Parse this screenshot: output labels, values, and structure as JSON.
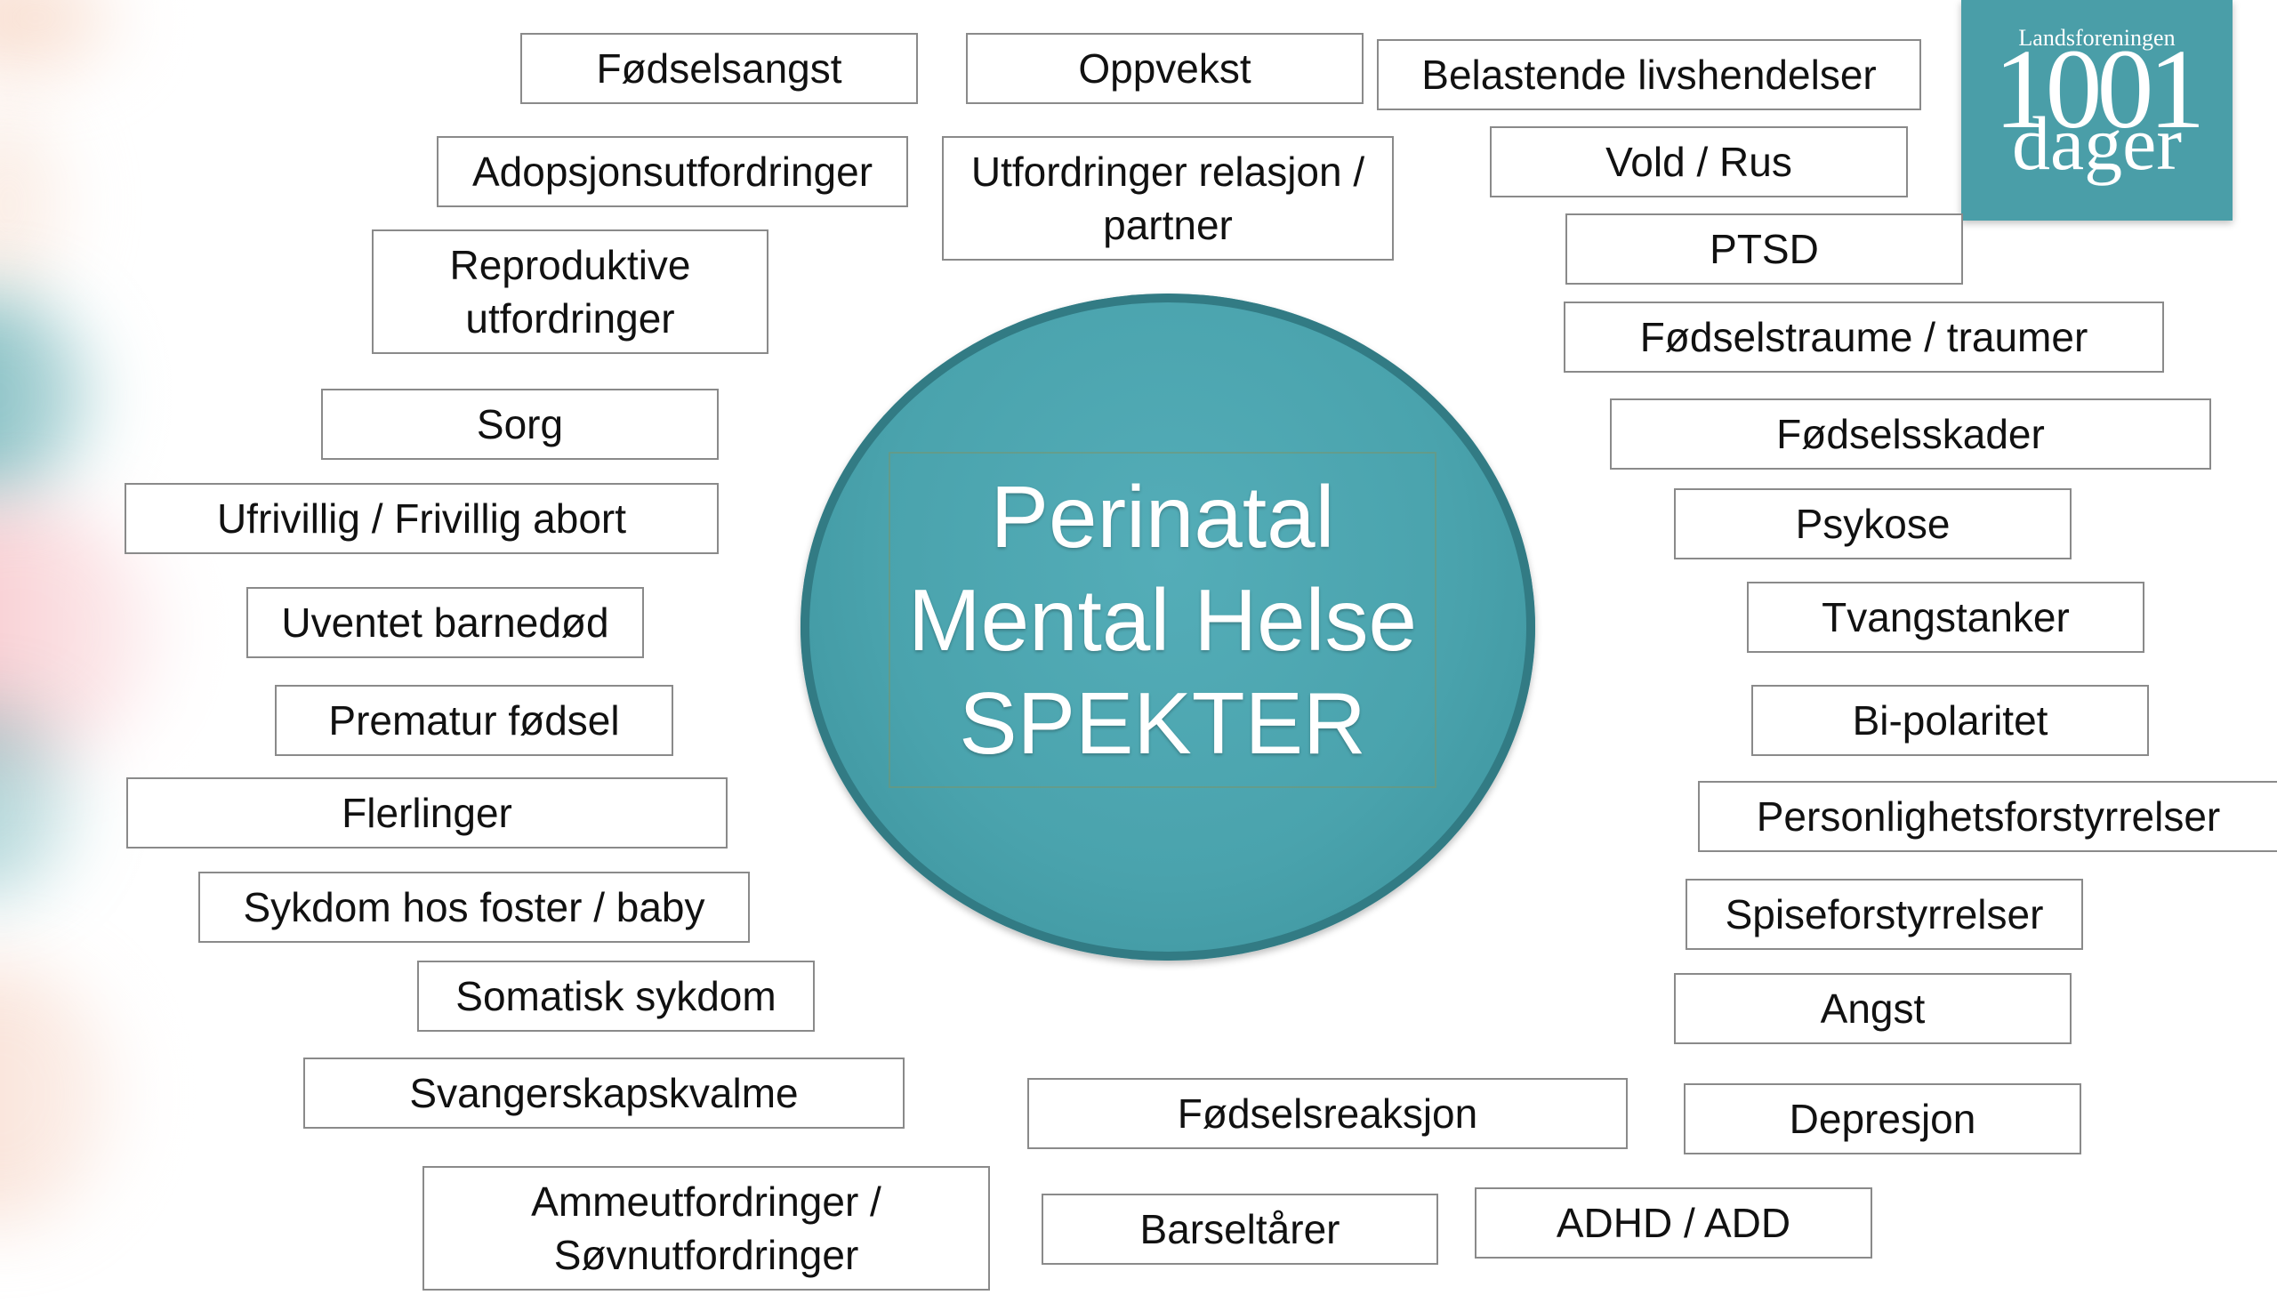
{
  "center": {
    "line1": "Perinatal",
    "line2": "Mental Helse",
    "line3": "SPEKTER"
  },
  "logo": {
    "org": "Landsforeningen",
    "number": "1001",
    "word": "dager"
  },
  "colors": {
    "circle": "#4aa3ad",
    "logo": "#4a9ea8",
    "box_border": "#8a8a8a"
  },
  "labels": {
    "fodselsangst": "Fødselsangst",
    "oppvekst": "Oppvekst",
    "belastende": "Belastende livshendelser",
    "adopsjon": "Adopsjonsutfordringer",
    "relasjon": "Utfordringer relasjon / partner",
    "vold_rus": "Vold / Rus",
    "ptsd": "PTSD",
    "reproduktive": "Reproduktive utfordringer",
    "fodselstraume": "Fødselstraume / traumer",
    "sorg": "Sorg",
    "fodselsskader": "Fødselsskader",
    "abort": "Ufrivillig / Frivillig abort",
    "psykose": "Psykose",
    "barnedod": "Uventet barnedød",
    "tvangstanker": "Tvangstanker",
    "prematur": "Prematur fødsel",
    "bipolaritet": "Bi-polaritet",
    "flerlinger": "Flerlinger",
    "personlighet": "Personlighetsforstyrrelser",
    "sykdom_foster": "Sykdom hos foster / baby",
    "spise": "Spiseforstyrrelser",
    "somatisk": "Somatisk sykdom",
    "angst": "Angst",
    "svangerskap": "Svangerskapskvalme",
    "fodselsreaksjon": "Fødselsreaksjon",
    "depresjon": "Depresjon",
    "amme": "Ammeutfordringer / Søvnutfordringer",
    "barseltarer": "Barseltårer",
    "adhd": "ADHD / ADD"
  }
}
